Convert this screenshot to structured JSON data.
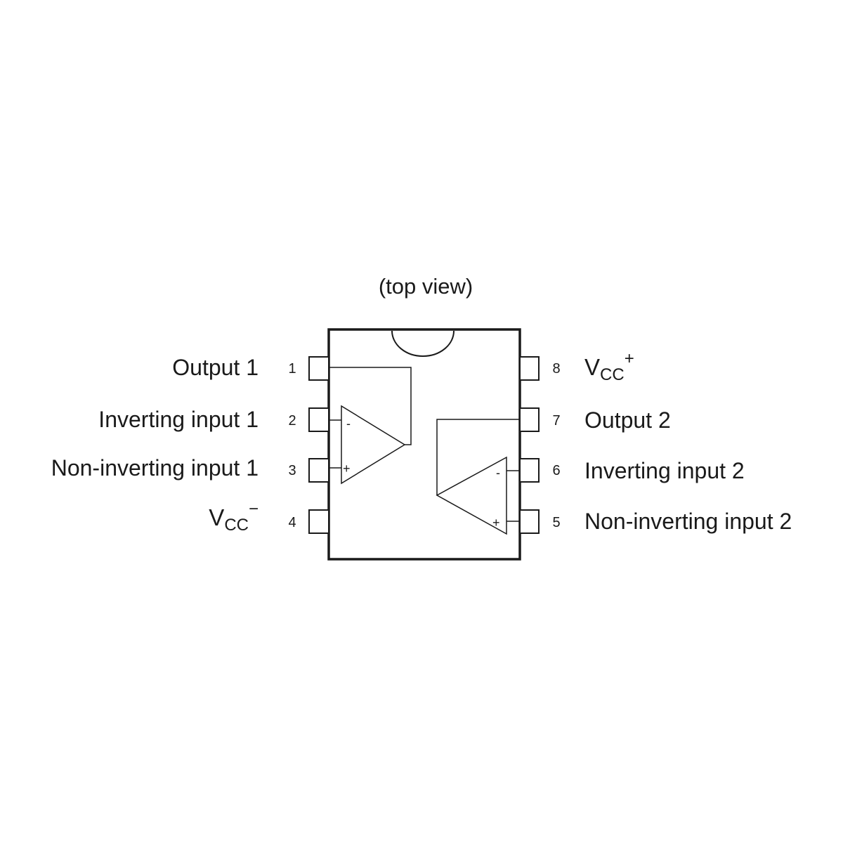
{
  "diagram": {
    "view_label": "(top view)",
    "left_pins": [
      {
        "number": "1",
        "label": "Output 1"
      },
      {
        "number": "2",
        "label": "Inverting input 1"
      },
      {
        "number": "3",
        "label": "Non-inverting input 1"
      },
      {
        "number": "4",
        "vcc_main": "V",
        "vcc_sub": "CC",
        "vcc_sup": "−"
      }
    ],
    "right_pins": [
      {
        "number": "8",
        "vcc_main": "V",
        "vcc_sub": "CC",
        "vcc_sup": "+"
      },
      {
        "number": "7",
        "label": "Output 2"
      },
      {
        "number": "6",
        "label": "Inverting input 2"
      },
      {
        "number": "5",
        "label": "Non-inverting input 2"
      }
    ],
    "opamp_signs": {
      "minus": "-",
      "plus": "+"
    }
  }
}
